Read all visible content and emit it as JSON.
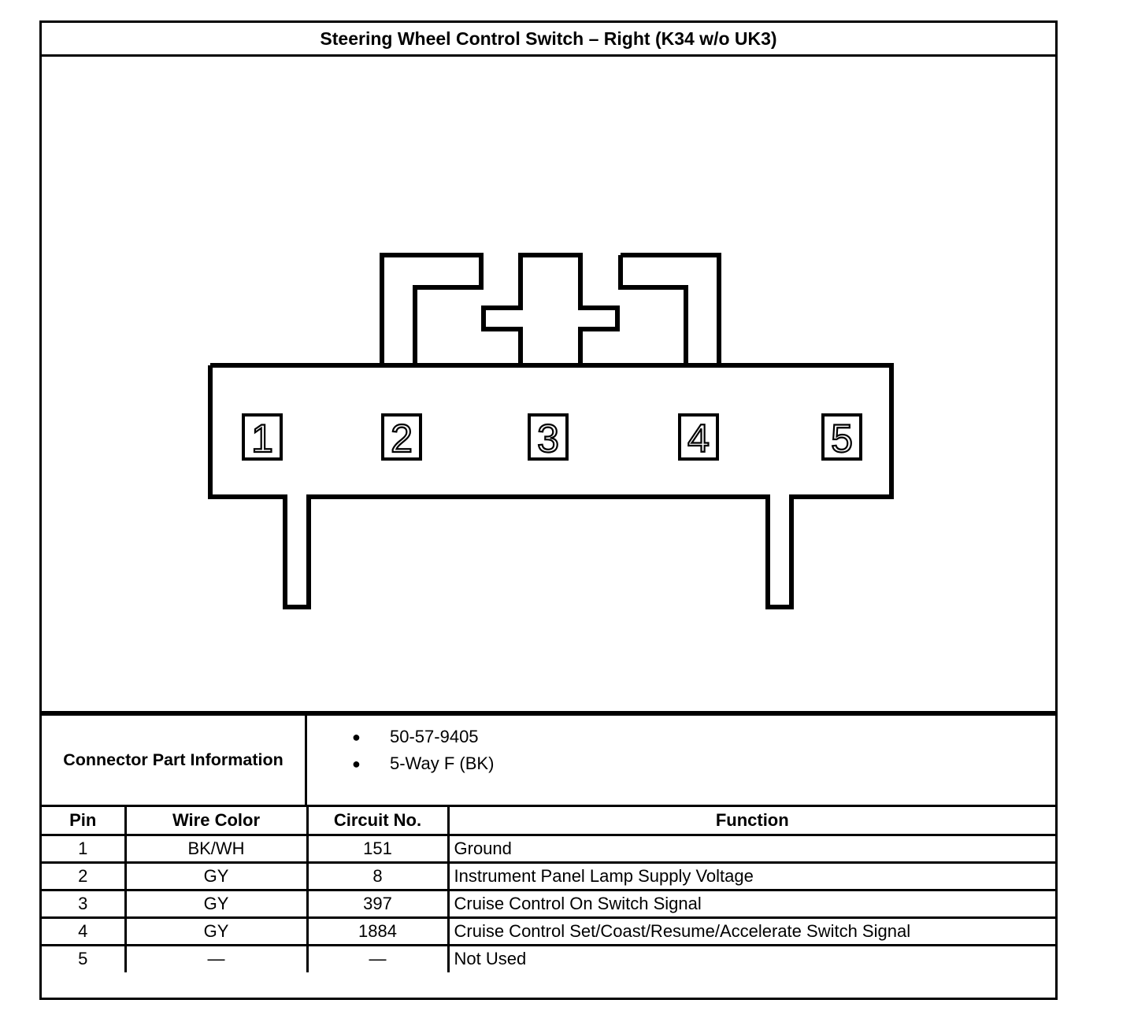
{
  "title": "Steering Wheel Control Switch – Right (K34 w/o UK3)",
  "connector": {
    "pins": [
      "1",
      "2",
      "3",
      "4",
      "5"
    ]
  },
  "connector_info": {
    "label": "Connector Part Information",
    "items": [
      "50-57-9405",
      "5-Way F (BK)"
    ]
  },
  "table": {
    "headers": [
      "Pin",
      "Wire Color",
      "Circuit No.",
      "Function"
    ],
    "rows": [
      [
        "1",
        "BK/WH",
        "151",
        "Ground"
      ],
      [
        "2",
        "GY",
        "8",
        "Instrument Panel Lamp Supply Voltage"
      ],
      [
        "3",
        "GY",
        "397",
        "Cruise Control On Switch Signal"
      ],
      [
        "4",
        "GY",
        "1884",
        "Cruise Control Set/Coast/Resume/Accelerate Switch Signal"
      ],
      [
        "5",
        "—",
        "—",
        "Not Used"
      ]
    ]
  }
}
